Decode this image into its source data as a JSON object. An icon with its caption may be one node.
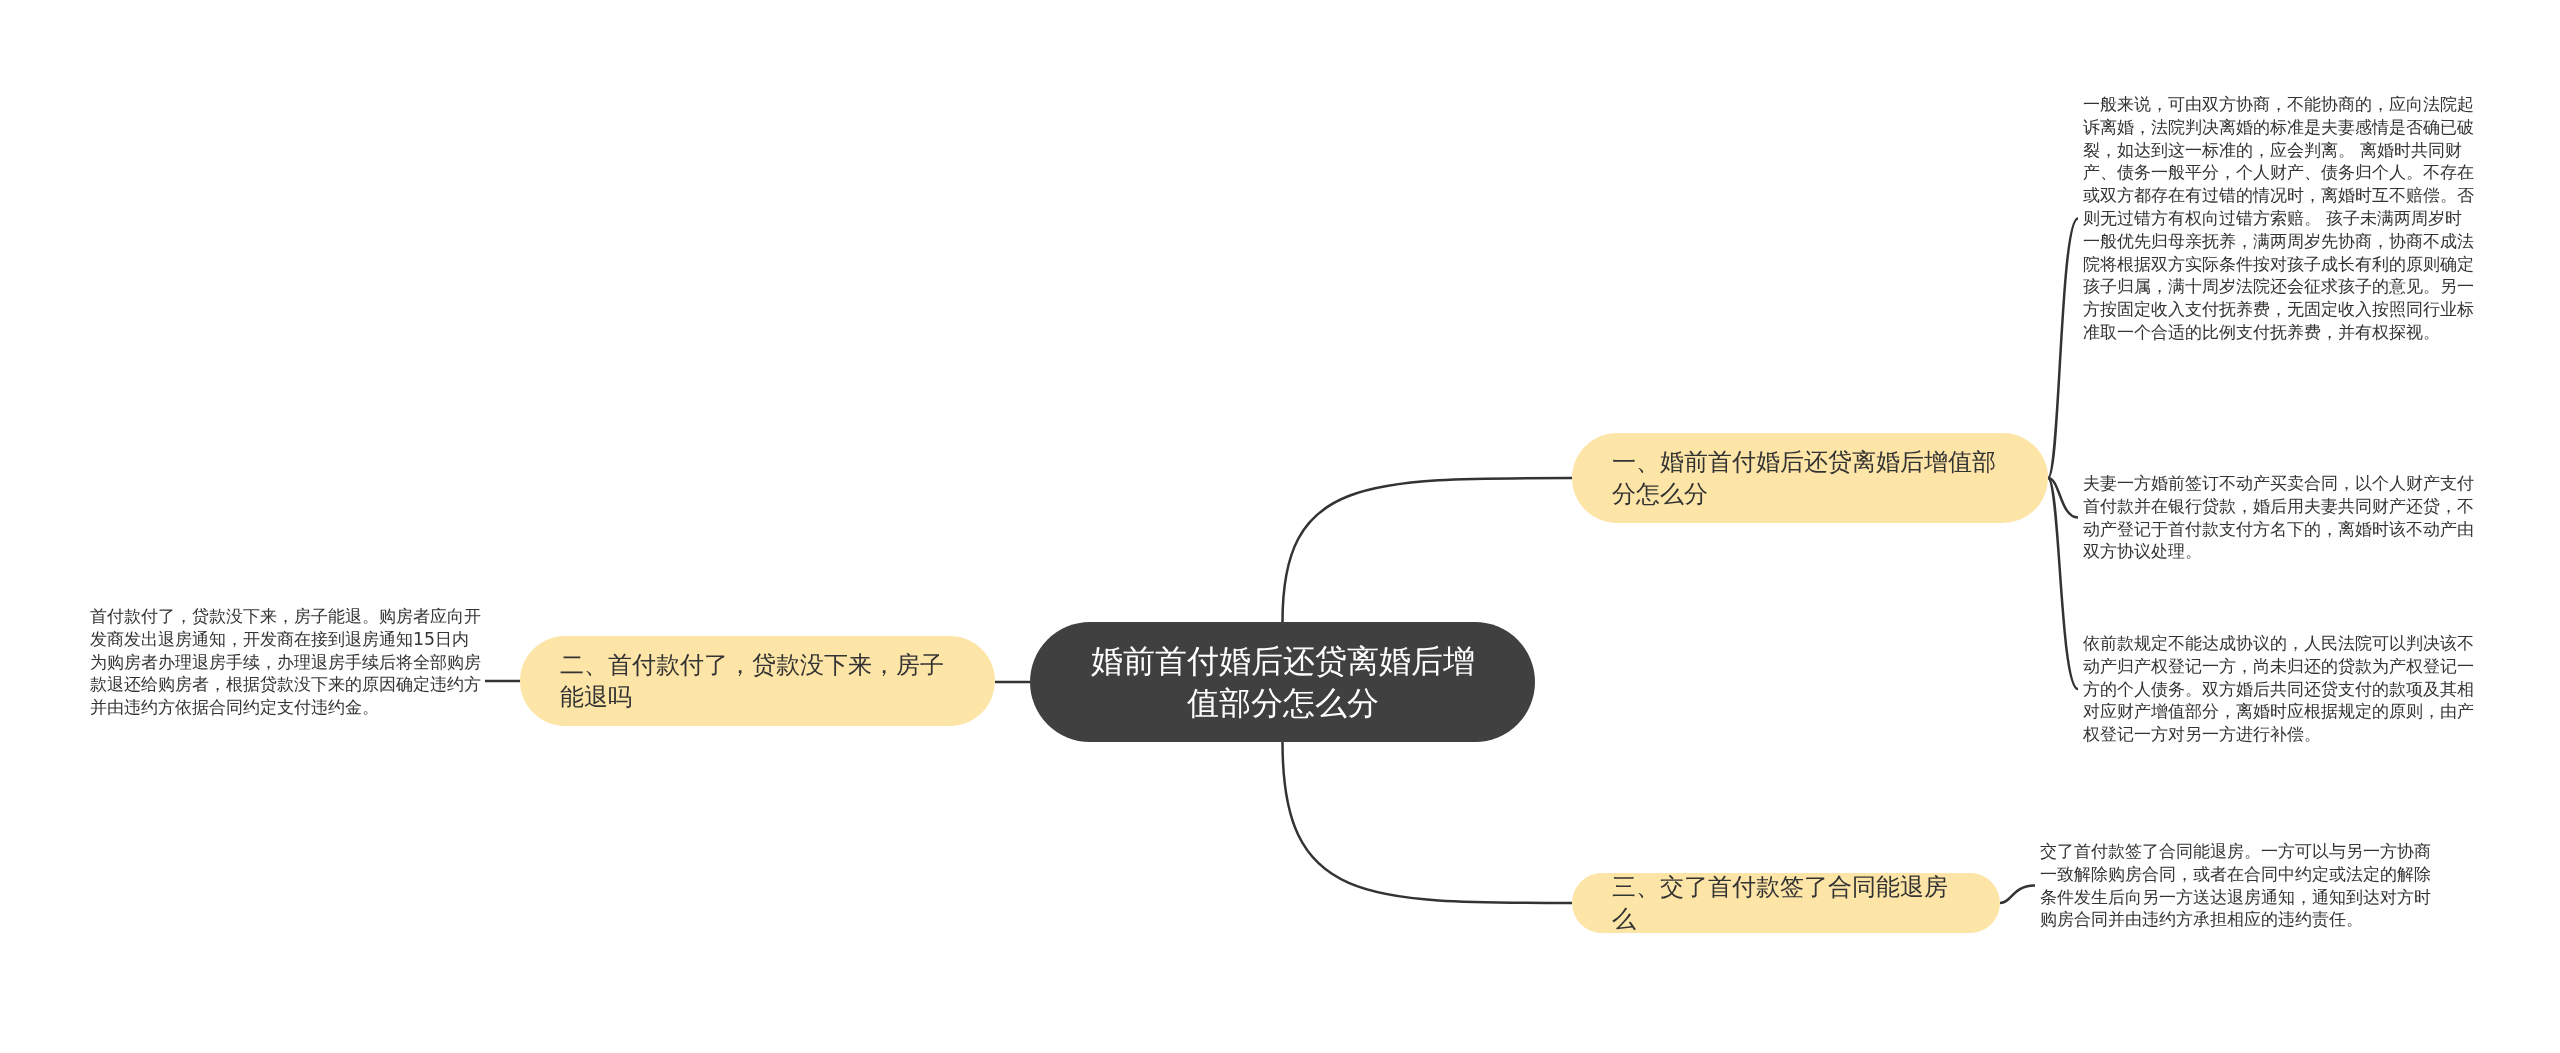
{
  "diagram": {
    "nodes": [
      {
        "text": [
          "婚前首付婚后还贷离婚后增值部分怎么分"
        ]
      },
      {
        "text": [
          "一、婚前首付婚后还贷离婚后增值部分怎么分"
        ]
      },
      {
        "text": [
          "二、首付款付了，贷款没下来，房子能退吗"
        ]
      },
      {
        "text": [
          "三、交了首付款签了合同能退房么"
        ]
      },
      {
        "text": [
          "一般来说，可由双方协商，不能协商的，应向法院起诉离婚，法院判决离婚的标准是夫妻感情是否确已破裂，如达到这一标准的，应会判离。 离婚时共同财产、债务一般平分，个人财产、债务归个人。不存在或双方都存在有过错的情况时，离婚时互不赔偿。否则无过错方有权向过错方索赔。 孩子未满两周岁时一般优先归母亲抚养，满两周岁先协商，协商不成法院将根据双方实际条件按对孩子成长有利的原则确定孩子归属，满十周岁法院还会征求孩子的意见。另一方按固定收入支付抚养费，无固定收入按照同行业标准取一个合适的比例支付抚养费，并有权探视。"
        ]
      },
      {
        "text": [
          "夫妻一方婚前签订不动产买卖合同，以个人财产支付首付款并在银行贷款，婚后用夫妻共同财产还贷，不动产登记于首付款支付方名下的，离婚时该不动产由双方协议处理。"
        ]
      },
      {
        "text": [
          "依前款规定不能达成协议的，人民法院可以判决该不动产归产权登记一方，尚未归还的贷款为产权登记一方的个人债务。双方婚后共同还贷支付的款项及其相对应财产增值部分，离婚时应根据规定的原则，由产权登记一方对另一方进行补偿。"
        ]
      },
      {
        "text": [
          "首付款付了，贷款没下来，房子能退。购房者应向开发商发出退房通知，开发商在接到退房通知15日内为购房者办理退房手续，办理退房手续后将全部购房款退还给购房者，根据贷款没下来的原因确定违约方并由违约方依据合同约定支付违约金。"
        ]
      },
      {
        "text": [
          "交了首付款签了合同能退房。一方可以与另一方协商一致解除购房合同，或者在合同中约定或法定的解除条件发生后向另一方送达退房通知，通知到达对方时购房合同并由违约方承担相应的违约责任。"
        ]
      }
    ],
    "edges": [
      {
        "from": 0,
        "to": 1,
        "arrow": "none"
      },
      {
        "from": 0,
        "to": 2,
        "arrow": "none"
      },
      {
        "from": 0,
        "to": 3,
        "arrow": "none"
      },
      {
        "from": 1,
        "to": 4,
        "arrow": "none"
      },
      {
        "from": 1,
        "to": 5,
        "arrow": "none"
      },
      {
        "from": 1,
        "to": 6,
        "arrow": "none"
      },
      {
        "from": 2,
        "to": 7,
        "arrow": "none"
      },
      {
        "from": 3,
        "to": 8,
        "arrow": "none"
      }
    ]
  }
}
